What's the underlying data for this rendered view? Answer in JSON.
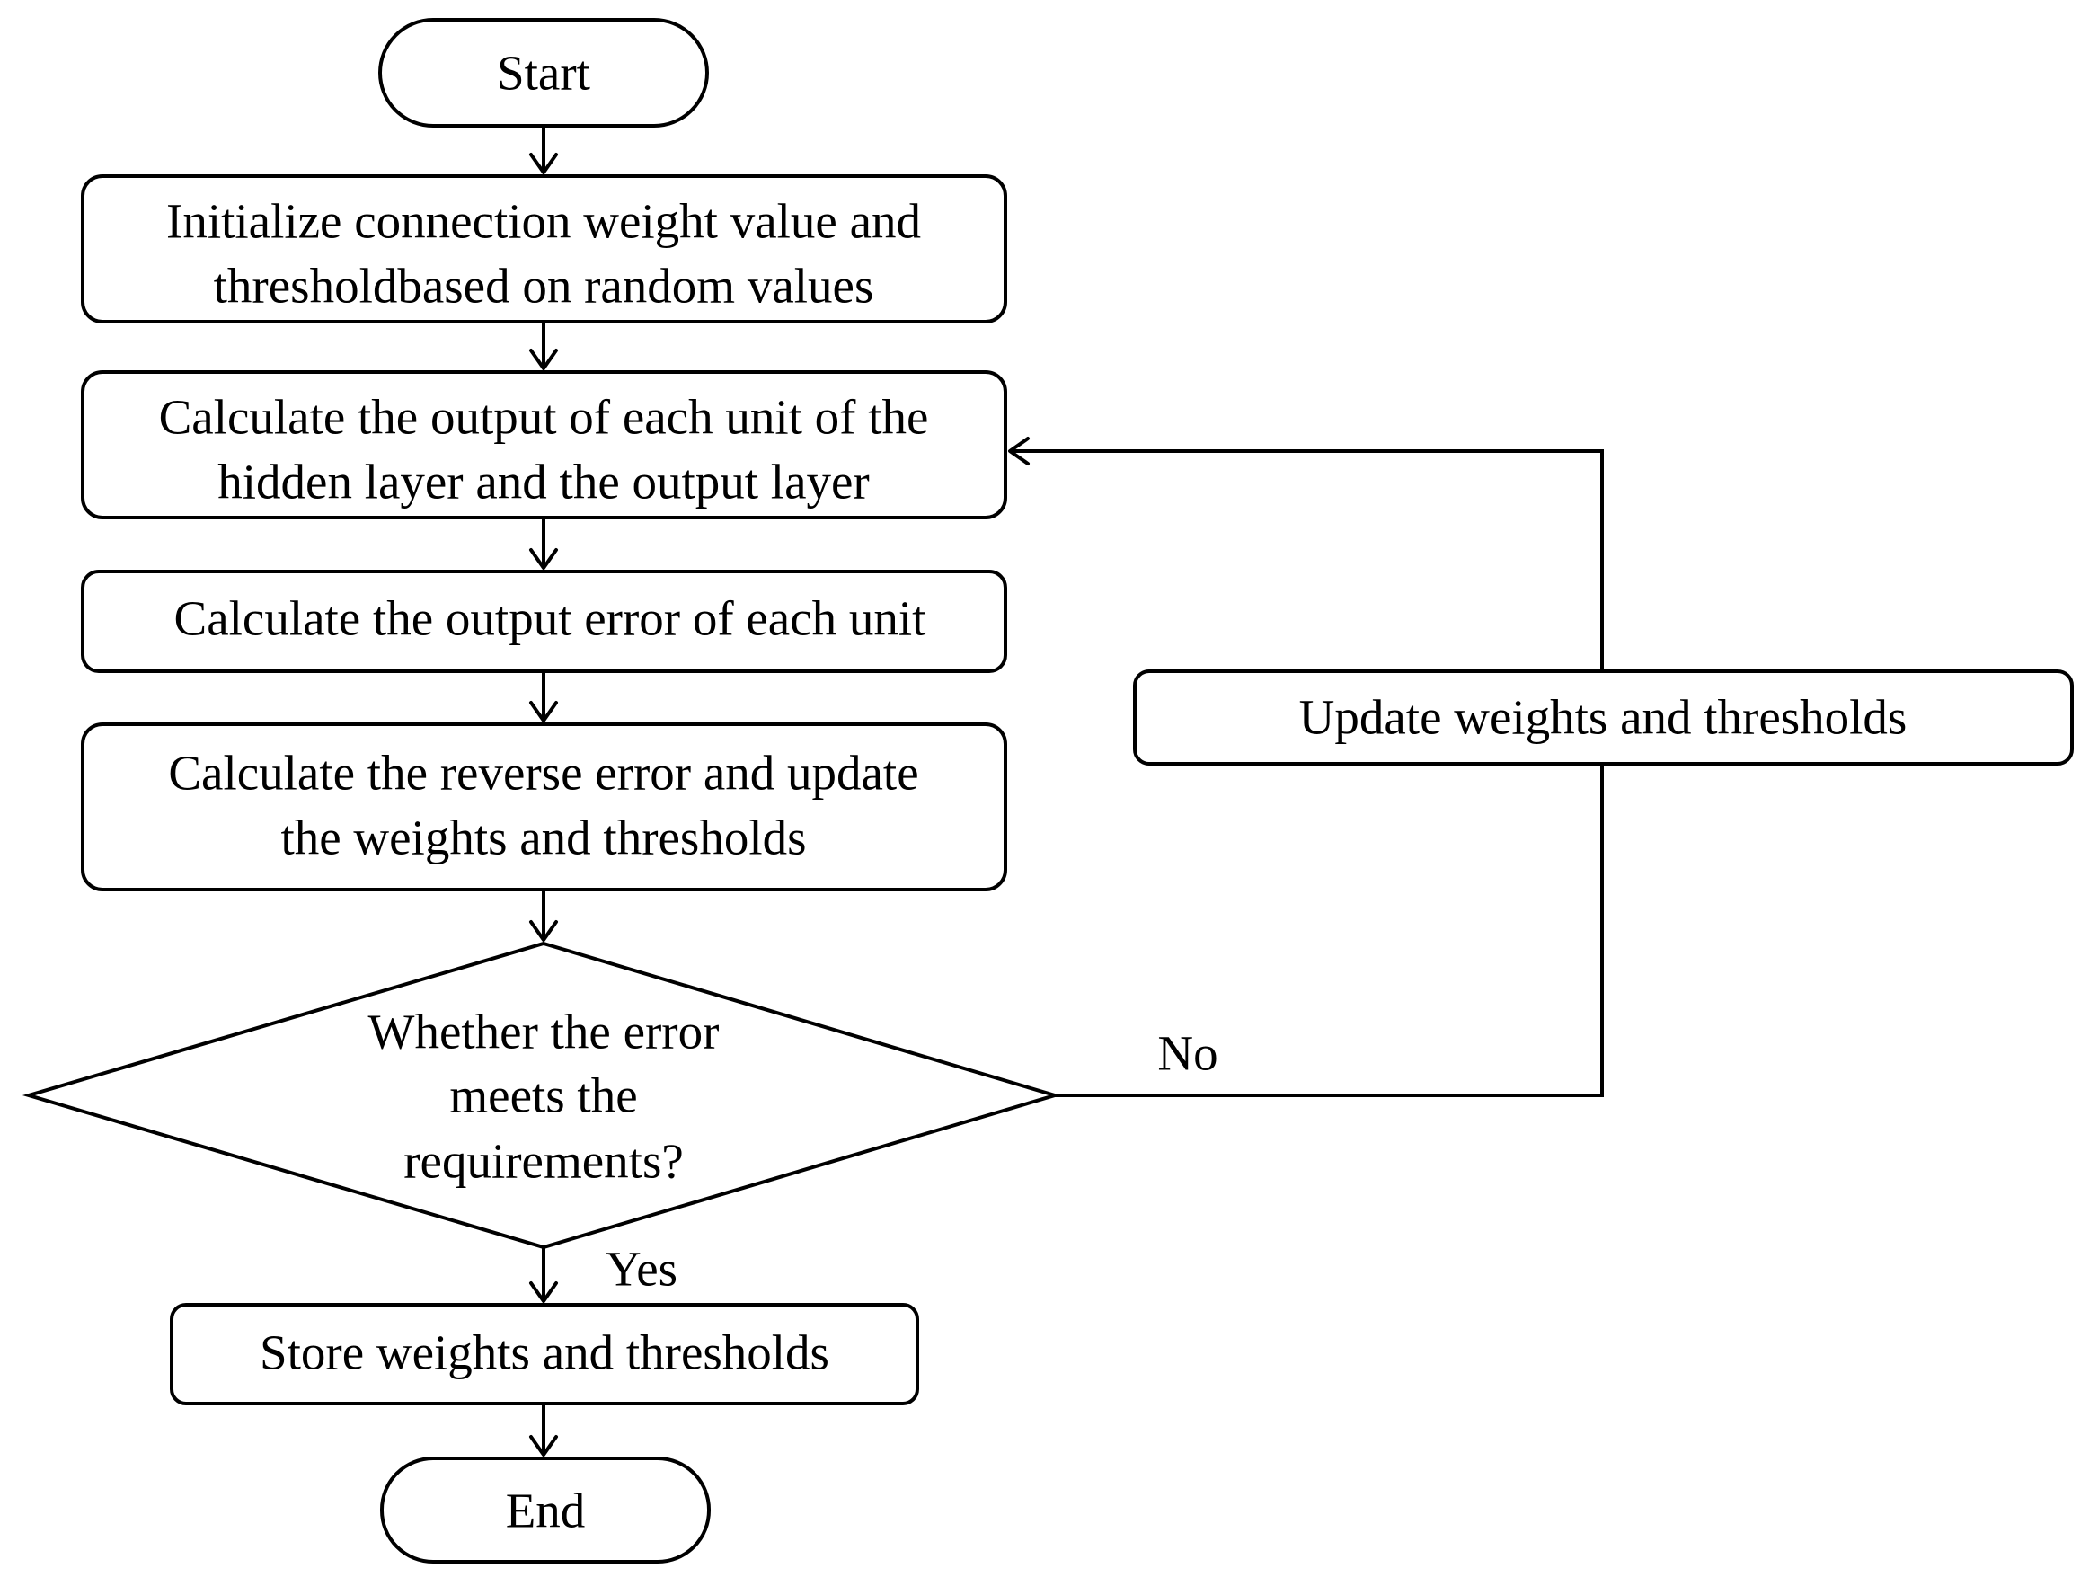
{
  "flowchart": {
    "start": "Start",
    "init_line1": "Initialize connection weight value and",
    "init_line2": "thresholdbased on random values",
    "calc_output_line1": "Calculate the output of each unit of the",
    "calc_output_line2": "hidden layer and the output layer",
    "calc_error": "Calculate the output error of each unit",
    "reverse_line1": "Calculate the reverse error and update",
    "reverse_line2": "the weights and thresholds",
    "decision_line1": "Whether the error",
    "decision_line2": "meets the",
    "decision_line3": "requirements?",
    "no_label": "No",
    "yes_label": "Yes",
    "update": "Update weights and thresholds",
    "store": "Store weights and thresholds",
    "end": "End"
  }
}
